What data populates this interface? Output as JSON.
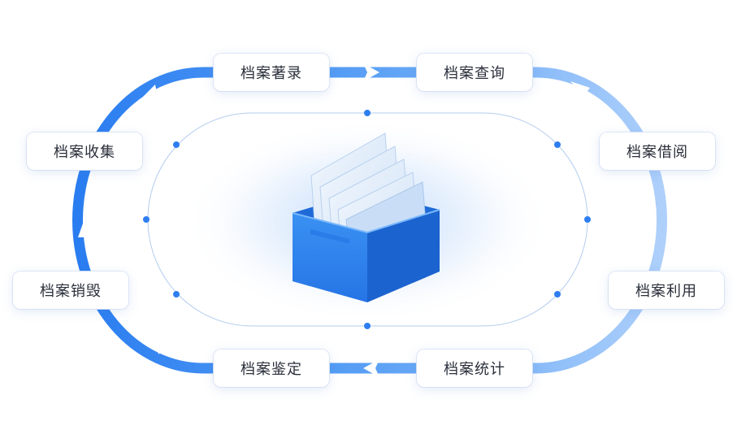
{
  "stages": [
    {
      "key": "zhulu",
      "label": "档案著录"
    },
    {
      "key": "chaxun",
      "label": "档案查询"
    },
    {
      "key": "jieyue",
      "label": "档案借阅"
    },
    {
      "key": "liyong",
      "label": "档案利用"
    },
    {
      "key": "tongji",
      "label": "档案统计"
    },
    {
      "key": "jianding",
      "label": "档案鉴定"
    },
    {
      "key": "xiaohui",
      "label": "档案销毁"
    },
    {
      "key": "shouji",
      "label": "档案收集"
    }
  ],
  "colors": {
    "ring_dark": "#2b7ff0",
    "ring_light": "#a9cdfb",
    "inner_line": "#b3cdee",
    "dot": "#2d7df0",
    "box_front": "#2e86ef",
    "box_side": "#1b63cf",
    "paper": "#dce9f8"
  },
  "icons": [
    "archive-box-icon"
  ]
}
